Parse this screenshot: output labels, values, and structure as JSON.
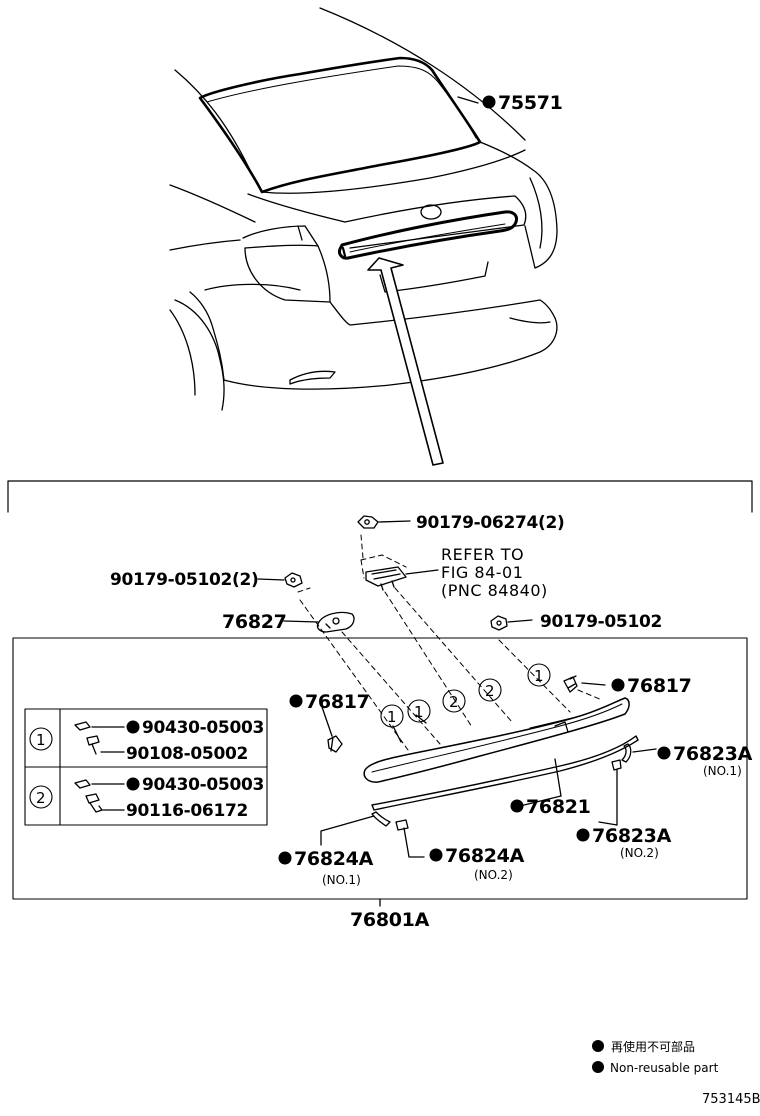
{
  "callouts": {
    "p75571": "75571",
    "p90179_06274": "90179-06274(2)",
    "refer_line1": "REFER TO",
    "refer_line2": "FIG 84-01",
    "refer_line3": "(PNC 84840)",
    "p90179_05102_2": "90179-05102(2)",
    "p76827": "76827",
    "p90179_05102": "90179-05102",
    "p76817_left": "76817",
    "p76817_right": "76817",
    "p76823A_no1": "76823A",
    "p76823A_no1_sub": "(NO.1)",
    "p76821": "76821",
    "p76823A_no2": "76823A",
    "p76823A_no2_sub": "(NO.2)",
    "p76824A_no1": "76824A",
    "p76824A_no1_sub": "(NO.1)",
    "p76824A_no2": "76824A",
    "p76824A_no2_sub": "(NO.2)",
    "p76801A": "76801A"
  },
  "circle_marks": {
    "one": "1",
    "two": "2"
  },
  "fastener_table": {
    "row1": {
      "index": "1",
      "part_a": "90430-05003",
      "part_b": "90108-05002"
    },
    "row2": {
      "index": "2",
      "part_a": "90430-05003",
      "part_b": "90116-06172"
    }
  },
  "legend": {
    "jp_text": "再使用不可部品",
    "en_text": "Non-reusable part"
  },
  "figure_id": "753145B"
}
